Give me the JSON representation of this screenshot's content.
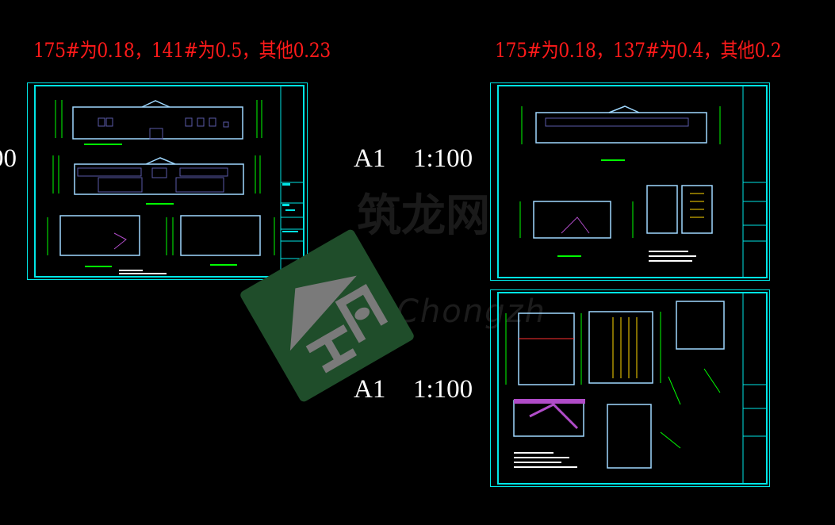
{
  "annotations": {
    "left_note": "175#为0.18，141#为0.5，其他0.23",
    "right_note": "175#为0.18，137#为0.4，其他0.2"
  },
  "scale_labels": {
    "left_partial": "00",
    "top_sheet_size": "A1",
    "top_scale": "1:100",
    "bottom_sheet_size": "A1",
    "bottom_scale": "1:100"
  },
  "watermark": {
    "latin": "Chongzh",
    "cn": "筑龙网"
  },
  "colors": {
    "background": "#000000",
    "note": "#ff1a1a",
    "frame": "#00e5e5",
    "dimension": "#00ff00",
    "wall": "#9fd8ff",
    "window": "#5a5aa8",
    "stair": "#b04cc8"
  }
}
